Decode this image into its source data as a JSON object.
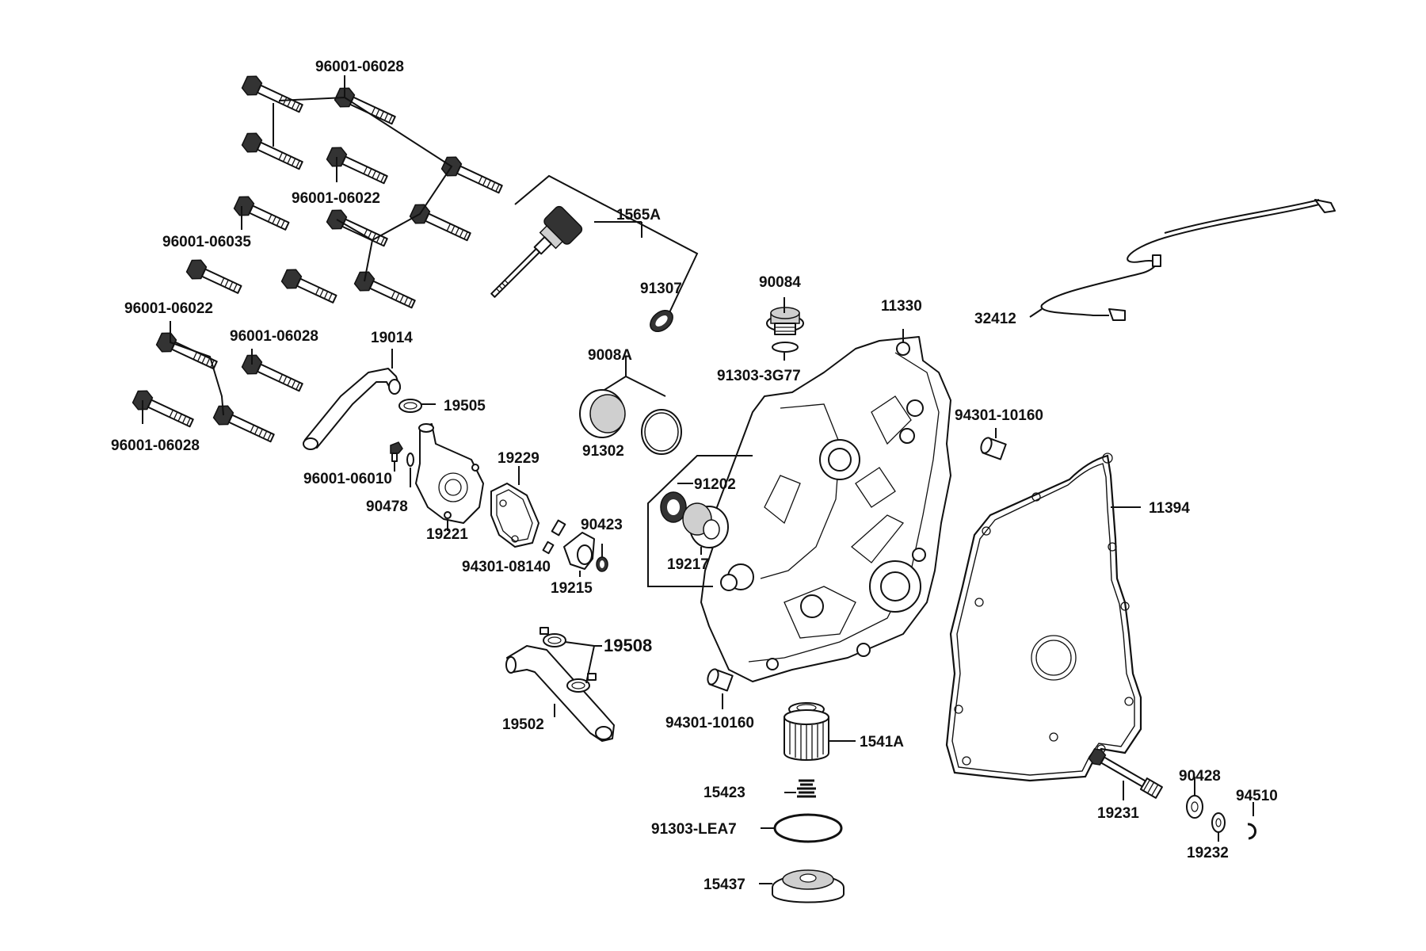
{
  "labels": {
    "bolt_96001_06028_top": "96001-06028",
    "bolt_96001_06022_mid": "96001-06022",
    "bolt_96001_06035": "96001-06035",
    "bolt_96001_06022_left": "96001-06022",
    "bolt_96001_06028_right": "96001-06028",
    "bolt_96001_06028_bottom": "96001-06028",
    "dipstick_1565A": "1565A",
    "oring_91307": "91307",
    "plug_90084": "90084",
    "cover_11330": "11330",
    "cable_32412": "32412",
    "oring_91303_3G77": "91303-3G77",
    "cap_9008A": "9008A",
    "oring_91302": "91302",
    "hose_19014": "19014",
    "clamp_19505": "19505",
    "bolt_96001_06010": "96001-06010",
    "washer_90478": "90478",
    "cover_19221": "19221",
    "gasket_19229": "19229",
    "seal_91202": "91202",
    "bearing_19217": "19217",
    "dowel_94301_10160_top": "94301-10160",
    "gasket_11394": "11394",
    "seal_90423": "90423",
    "pin_94301_08140": "94301-08140",
    "impeller_19215": "19215",
    "clamp_19508": "19508",
    "hose_19502": "19502",
    "dowel_94301_10160_bottom": "94301-10160",
    "filter_1541A": "1541A",
    "spring_15423": "15423",
    "oring_91303_LEA7": "91303-LEA7",
    "cap_15437": "15437",
    "shaft_19231": "19231",
    "washer_90428": "90428",
    "clip_94510": "94510",
    "washer_19232": "19232"
  }
}
